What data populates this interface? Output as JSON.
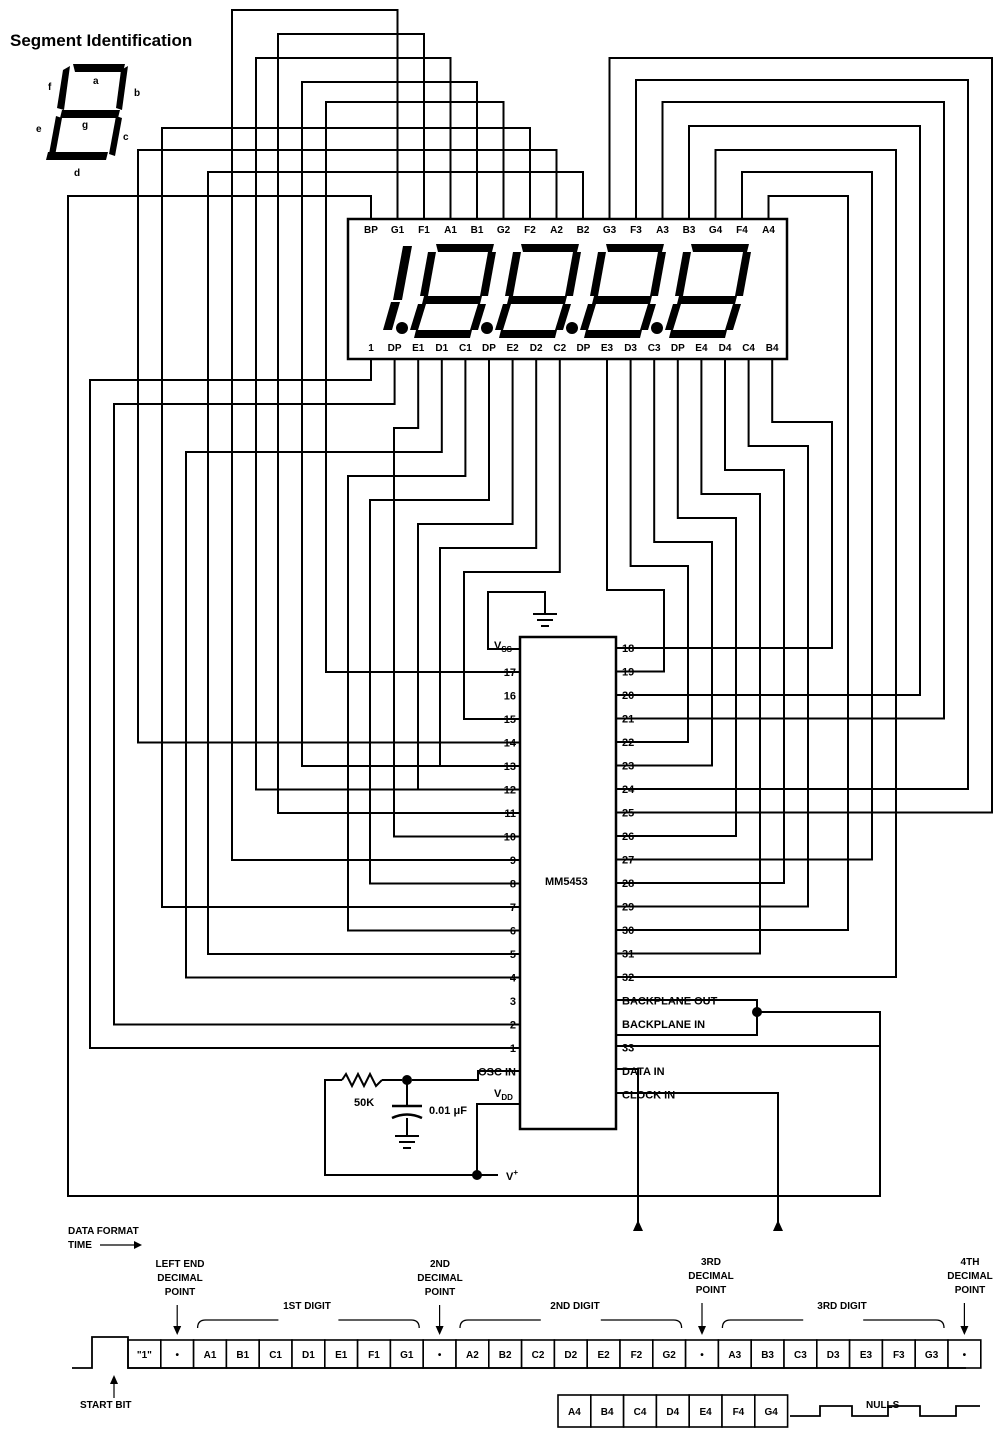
{
  "title": "Segment Identification",
  "segment_letters": [
    "a",
    "b",
    "c",
    "d",
    "e",
    "f",
    "g"
  ],
  "display": {
    "top_pins": [
      "BP",
      "G1",
      "F1",
      "A1",
      "B1",
      "G2",
      "F2",
      "A2",
      "B2",
      "G3",
      "F3",
      "A3",
      "B3",
      "G4",
      "F4",
      "A4"
    ],
    "bottom_pins": [
      "1",
      "DP",
      "E1",
      "D1",
      "C1",
      "DP",
      "E2",
      "D2",
      "C2",
      "DP",
      "E3",
      "D3",
      "C3",
      "DP",
      "E4",
      "D4",
      "C4",
      "B4"
    ]
  },
  "chip": {
    "name": "MM5453",
    "left_pins": [
      "17",
      "16",
      "15",
      "14",
      "13",
      "12",
      "11",
      "10",
      "9",
      "8",
      "7",
      "6",
      "5",
      "4",
      "3",
      "2",
      "1",
      "OSC IN"
    ],
    "right_pins": [
      "18",
      "19",
      "20",
      "21",
      "22",
      "23",
      "24",
      "25",
      "26",
      "27",
      "28",
      "29",
      "30",
      "31",
      "32",
      "BACKPLANE OUT",
      "BACKPLANE IN",
      "33",
      "DATA IN",
      "CLOCK IN"
    ],
    "vss_label": "V",
    "vss_sub": "SS",
    "vdd_label": "V",
    "vdd_sub": "DD"
  },
  "components": {
    "resistor": "50K",
    "capacitor": "0.01 μF",
    "vplus_label": "V",
    "vplus_sup": "+"
  },
  "data_format": {
    "title_line1": "DATA FORMAT",
    "title_line2": "TIME",
    "start_bit": "START BIT",
    "headers": {
      "left_end_dp": [
        "LEFT END",
        "DECIMAL",
        "POINT"
      ],
      "first_digit": "1ST DIGIT",
      "second_dp": [
        "2ND",
        "DECIMAL",
        "POINT"
      ],
      "second_digit": "2ND DIGIT",
      "third_dp": [
        "3RD",
        "DECIMAL",
        "POINT"
      ],
      "third_digit": "3RD DIGIT",
      "fourth_dp": [
        "4TH",
        "DECIMAL",
        "POINT"
      ],
      "nulls": "NULLS"
    },
    "row1": [
      "\"1\"",
      "•",
      "A1",
      "B1",
      "C1",
      "D1",
      "E1",
      "F1",
      "G1",
      "•",
      "A2",
      "B2",
      "C2",
      "D2",
      "E2",
      "F2",
      "G2",
      "•",
      "A3",
      "B3",
      "C3",
      "D3",
      "E3",
      "F3",
      "G3",
      "•"
    ],
    "row2": [
      "A4",
      "B4",
      "C4",
      "D4",
      "E4",
      "F4",
      "G4"
    ]
  }
}
